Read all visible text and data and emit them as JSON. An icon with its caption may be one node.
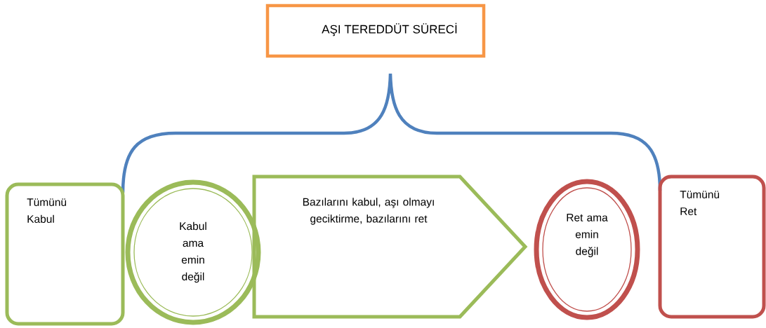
{
  "diagram": {
    "title": "AŞI TEREDDÜT SÜRECİ",
    "nodes": [
      {
        "text": [
          "Tümünü Kabul"
        ]
      },
      {
        "text": [
          "Kabul ama emin değil"
        ]
      },
      {
        "text": [
          "Bazılarını kabul, aşı olmayı geciktirme, bazılarını ret"
        ]
      },
      {
        "text": [
          "Ret ama emin değil"
        ]
      },
      {
        "text": [
          "Tümünü Ret"
        ]
      }
    ]
  }
}
